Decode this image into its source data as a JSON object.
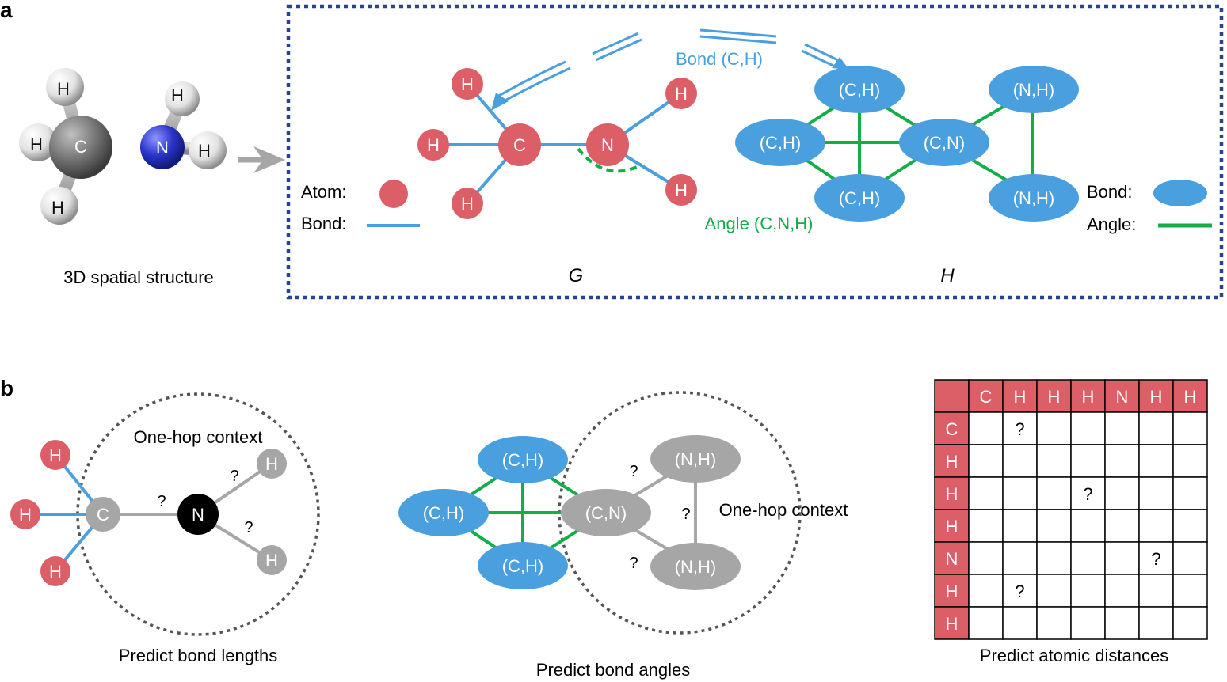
{
  "panel_a": {
    "label": "a",
    "molecule": {
      "caption": "3D spatial structure",
      "c_label": "C",
      "n_label": "N",
      "h_label": "H"
    },
    "g_graph": {
      "c_label": "C",
      "n_label": "N",
      "h_label": "H",
      "bond_annotation": "Bond (C,H)",
      "angle_annotation": "Angle (C,N,H)",
      "caption": "G"
    },
    "h_graph": {
      "node_ch": "(C,H)",
      "node_cn": "(C,N)",
      "node_nh": "(N,H)",
      "caption": "H"
    },
    "legend": {
      "atom": "Atom:",
      "bond": "Bond:",
      "bond_node": "Bond:",
      "angle": "Angle:"
    }
  },
  "panel_b": {
    "label": "b",
    "bond_lengths": {
      "context": "One-hop context",
      "caption": "Predict bond lengths",
      "c_label": "C",
      "n_label": "N",
      "h_label": "H",
      "unknown": "?"
    },
    "bond_angles": {
      "context": "One-hop context",
      "caption": "Predict bond angles",
      "node_ch": "(C,H)",
      "node_cn": "(C,N)",
      "node_nh": "(N,H)",
      "unknown": "?"
    },
    "distances": {
      "headers": [
        "C",
        "H",
        "H",
        "H",
        "N",
        "H",
        "H"
      ],
      "rows": [
        "C",
        "H",
        "H",
        "H",
        "N",
        "H",
        "H"
      ],
      "unknown_cells": [
        [
          0,
          1
        ],
        [
          2,
          3
        ],
        [
          4,
          5
        ],
        [
          5,
          1
        ]
      ],
      "unknown": "?",
      "caption": "Predict atomic distances"
    }
  },
  "colors": {
    "atom": "#dc5f68",
    "bond": "#4a9fdf",
    "angle": "#13ad49",
    "gray": "#a6a6a6",
    "frame": "#28448e",
    "nitrogen_3d": "#2b35c9",
    "carbon_3d": "#6f6f6f"
  }
}
